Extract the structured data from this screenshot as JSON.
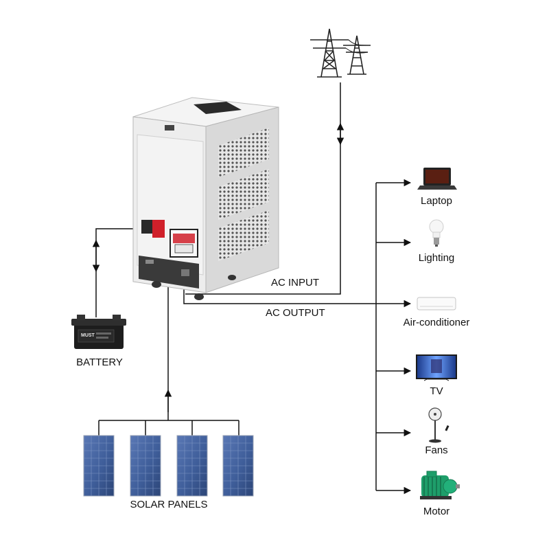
{
  "labels": {
    "ac_input": "AC INPUT",
    "ac_output": "AC OUTPUT",
    "battery": "BATTERY",
    "solar_panels": "SOLAR PANELS"
  },
  "loads": [
    {
      "label": "Laptop",
      "icon": "laptop-icon"
    },
    {
      "label": "Lighting",
      "icon": "light-bulb-icon"
    },
    {
      "label": "Air-conditioner",
      "icon": "air-conditioner-icon"
    },
    {
      "label": "TV",
      "icon": "tv-icon"
    },
    {
      "label": "Fans",
      "icon": "fan-icon"
    },
    {
      "label": "Motor",
      "icon": "motor-icon"
    }
  ],
  "battery_brand": "MUST",
  "colors": {
    "line": "#111111",
    "cabinet": "#eeeeee",
    "cabinet_side": "#d7d7d7",
    "terminal_red": "#d0202a",
    "panel_blue": "#3f5e9a",
    "motor_green": "#1e9e6a"
  }
}
